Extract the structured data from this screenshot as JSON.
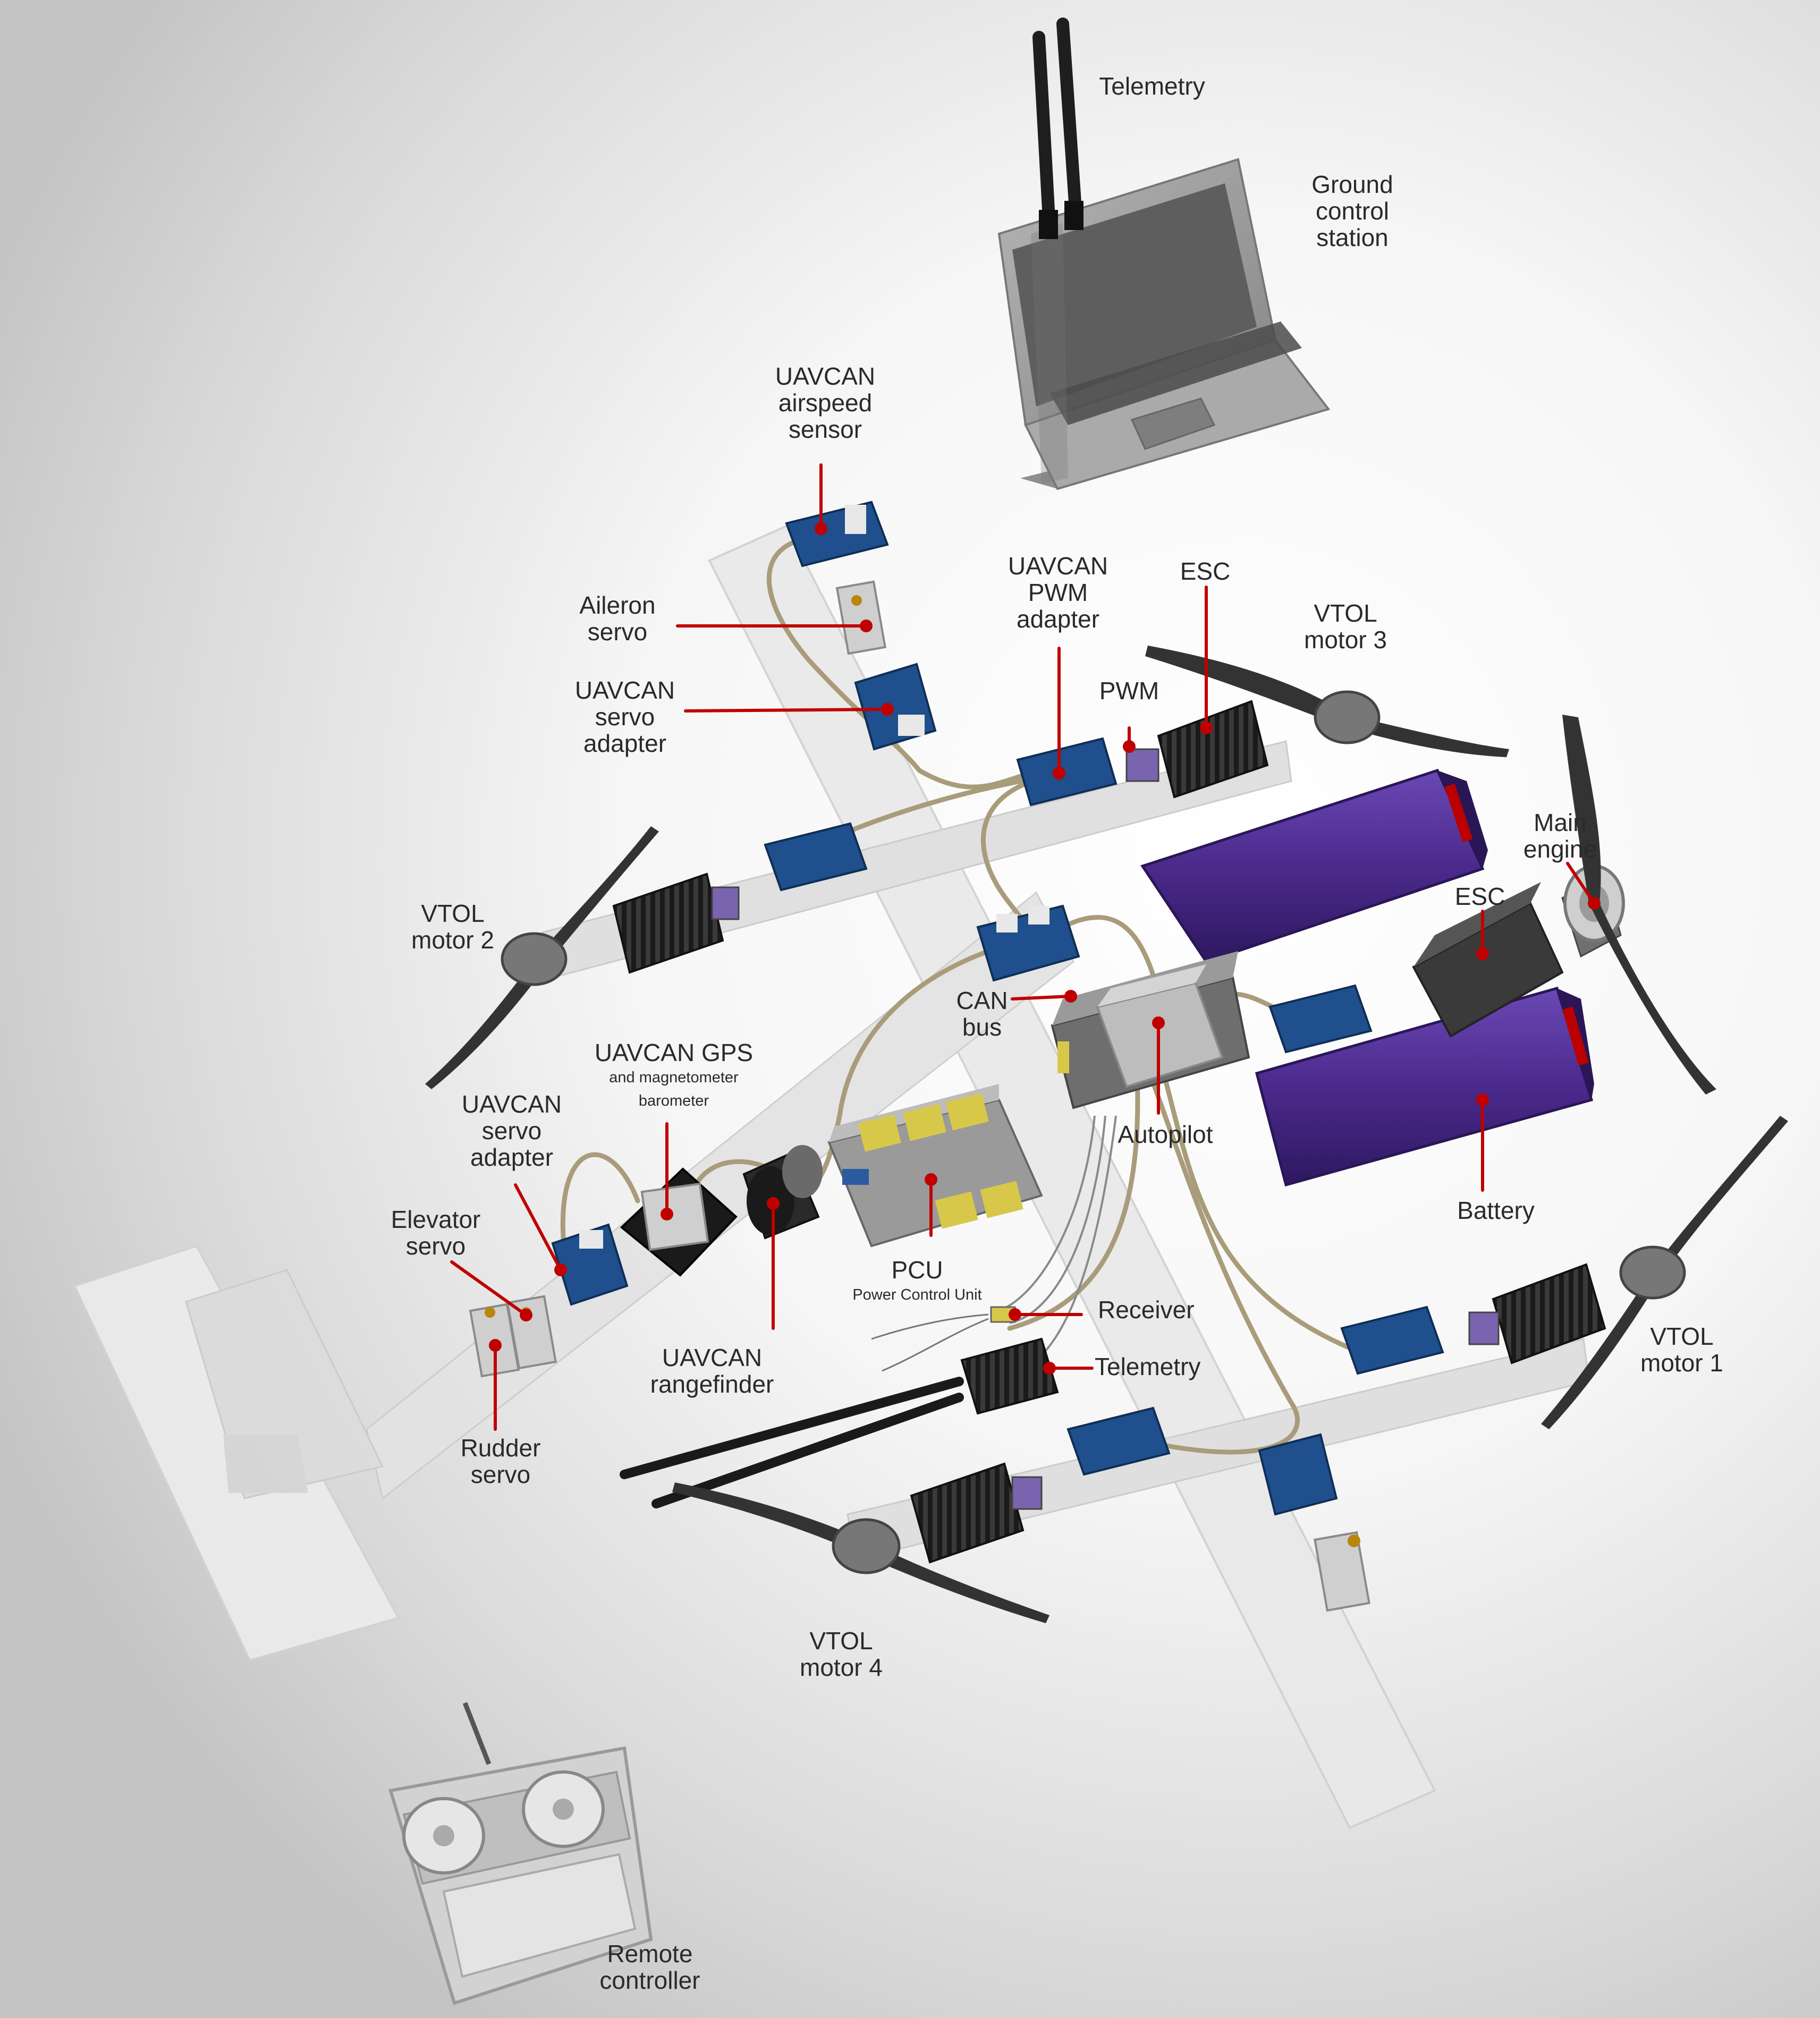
{
  "labels": {
    "telemetry_top": [
      "Telemetry"
    ],
    "ground_control_station": [
      "Ground",
      "control",
      "station"
    ],
    "airspeed_sensor": [
      "UAVCAN",
      "airspeed",
      "sensor"
    ],
    "aileron_servo": [
      "Aileron",
      "servo"
    ],
    "servo_adapter_wing": [
      "UAVCAN",
      "servo",
      "adapter"
    ],
    "pwm_adapter": [
      "UAVCAN",
      "PWM",
      "adapter"
    ],
    "esc_top": [
      "ESC"
    ],
    "vtol_motor_3": [
      "VTOL",
      "motor 3"
    ],
    "pwm": [
      "PWM"
    ],
    "main_engine": [
      "Main",
      "engine"
    ],
    "esc_right": [
      "ESC"
    ],
    "vtol_motor_2": [
      "VTOL",
      "motor 2"
    ],
    "can_bus": [
      "CAN",
      "bus"
    ],
    "gps": {
      "main": "UAVCAN GPS",
      "sub": [
        "and magnetometer",
        "barometer"
      ]
    },
    "servo_adapter_tail": [
      "UAVCAN",
      "servo",
      "adapter"
    ],
    "autopilot": [
      "Autopilot"
    ],
    "battery": [
      "Battery"
    ],
    "elevator_servo": [
      "Elevator",
      "servo"
    ],
    "pcu": {
      "main": "PCU",
      "sub": [
        "Power Control Unit"
      ]
    },
    "receiver": [
      "Receiver"
    ],
    "rangefinder": [
      "UAVCAN",
      "rangefinder"
    ],
    "telemetry_onboard": [
      "Telemetry"
    ],
    "vtol_motor_1": [
      "VTOL",
      "motor 1"
    ],
    "rudder_servo": [
      "Rudder",
      "servo"
    ],
    "vtol_motor_4": [
      "VTOL",
      "motor 4"
    ],
    "remote_controller": [
      "Remote",
      "controller"
    ]
  },
  "colors": {
    "leader_line": "#c00000",
    "board_blue": "#1f4f8c",
    "battery_purple": "#4b2a8c",
    "connector_yellow": "#d8c84a",
    "propeller": "#333333",
    "airframe": "#e6e6e6",
    "laptop": "#9a9a9a"
  }
}
